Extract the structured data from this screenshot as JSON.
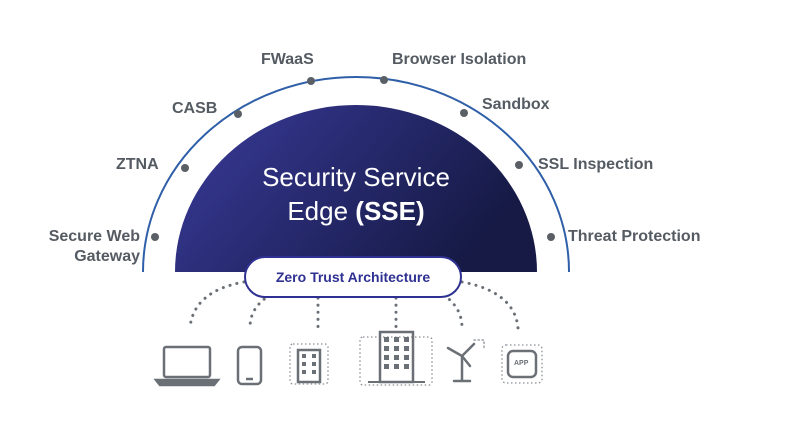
{
  "center": {
    "title_line1": "Security Service",
    "title_line2_prefix": "Edge ",
    "title_line2_bold": "(SSE)",
    "architecture_label": "Zero Trust Architecture"
  },
  "capabilities": {
    "secure_web_gateway_line1": "Secure Web",
    "secure_web_gateway_line2": "Gateway",
    "ztna": "ZTNA",
    "casb": "CASB",
    "fwaas": "FWaaS",
    "browser_isolation": "Browser Isolation",
    "sandbox": "Sandbox",
    "ssl_inspection": "SSL Inspection",
    "threat_protection": "Threat Protection"
  },
  "devices": {
    "app_label": "APP",
    "icons": [
      "laptop-icon",
      "phone-icon",
      "office-building-icon",
      "large-building-icon",
      "wind-turbine-icon",
      "app-icon"
    ]
  },
  "colors": {
    "dome_gradient_start": "#3a3b9c",
    "dome_gradient_end": "#161a45",
    "arc": "#2f5fa8",
    "label_text": "#555b62",
    "accent": "#2f3192"
  }
}
